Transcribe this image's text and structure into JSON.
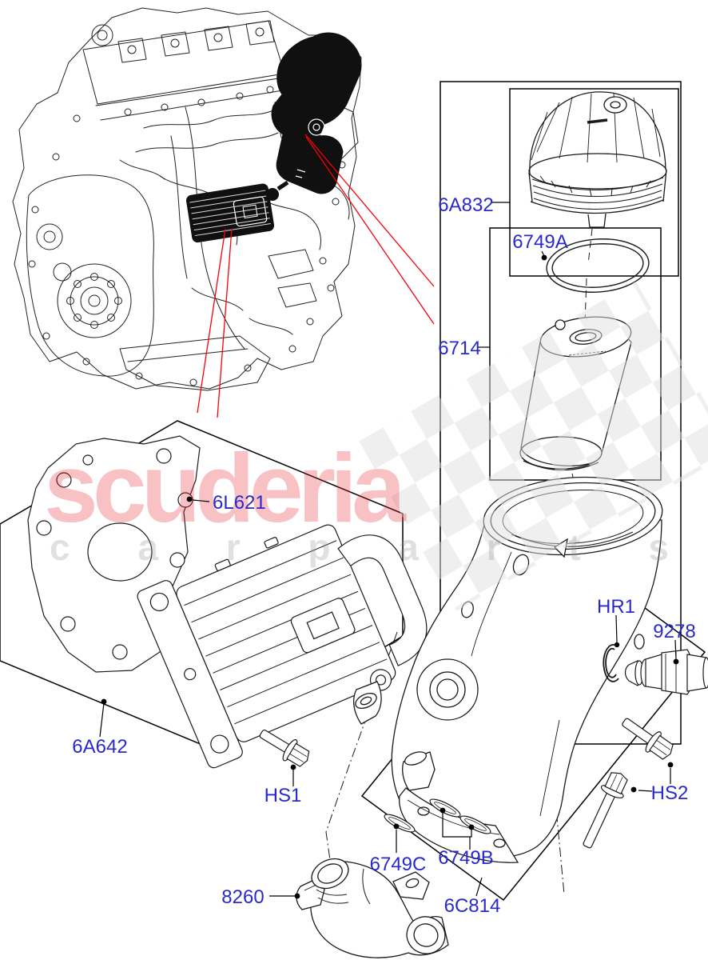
{
  "watermark": {
    "brand": "scuderia",
    "subtext": "c a r  p a r t s"
  },
  "colors": {
    "label_blue": "#2929cc",
    "leader_red": "#fb0006",
    "watermark_red": "#e8232d",
    "watermark_gray": "#8f8f8f",
    "checker_gray": "#e0e0e0",
    "line_black": "#1a1a1a"
  },
  "labels": {
    "cap": "6A832",
    "cap_oring": "6749A",
    "filter": "6714",
    "gasket": "6L621",
    "cooler": "6A642",
    "bolt_cooler": "HS1",
    "housing_oring": "HR1",
    "sensor": "9278",
    "bolt_housing": "HS2",
    "seal_c": "6749C",
    "seal_b": "6749B",
    "housing": "6C814",
    "hose": "8260"
  }
}
